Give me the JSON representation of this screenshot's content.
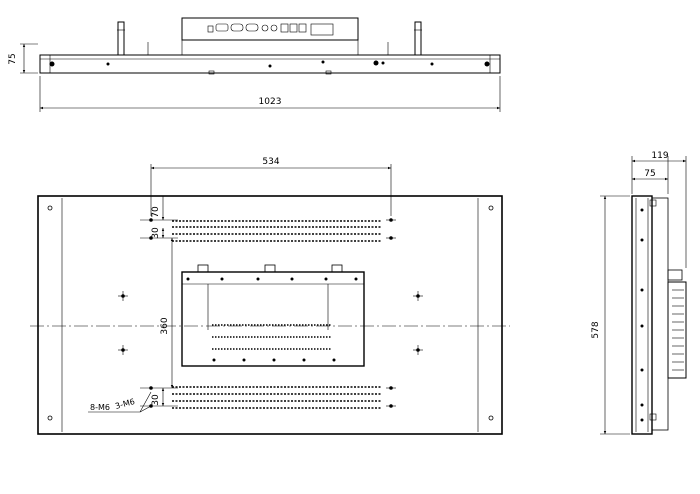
{
  "dimensions": {
    "top_height": "75",
    "top_width": "1023",
    "vesa_width": "534",
    "vesa_spacing_top": "70",
    "vesa_spacing_30_upper": "30",
    "vesa_center_height": "360",
    "vesa_spacing_30_lower": "30",
    "side_total_depth": "119",
    "side_depth": "75",
    "side_height": "578"
  },
  "notes": {
    "hole_spec_1": "8-M6",
    "hole_spec_2": "3-M6"
  }
}
